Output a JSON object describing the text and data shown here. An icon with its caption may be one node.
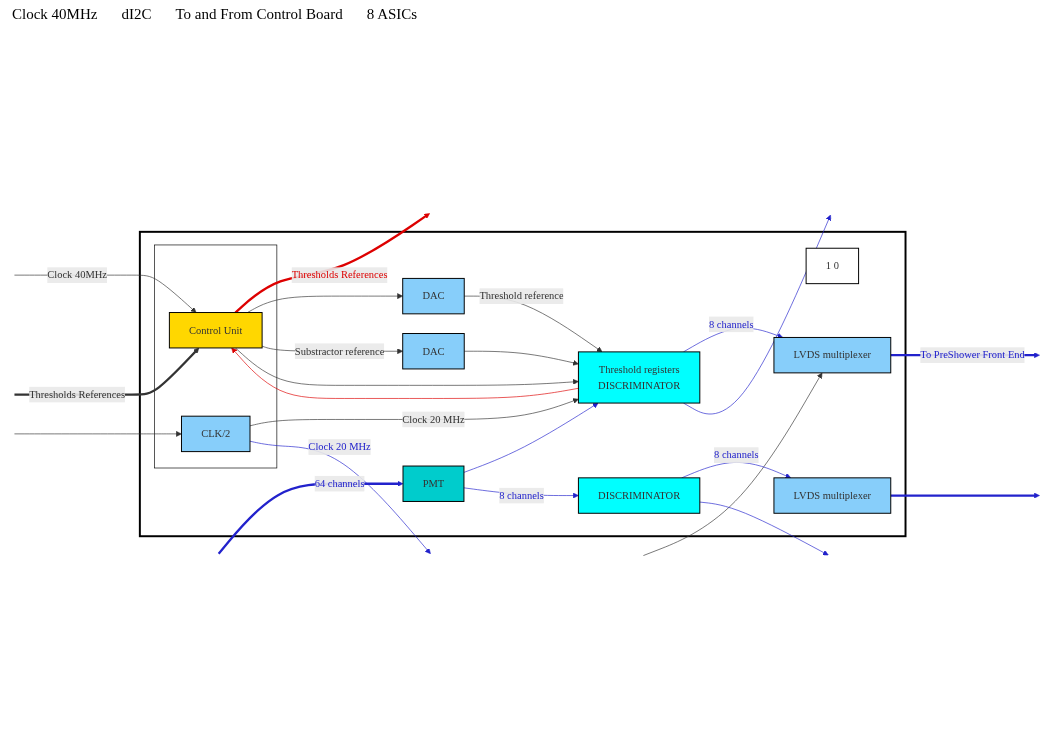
{
  "diagram": {
    "nodes": [
      {
        "text": [],
        "shape": "box"
      },
      {
        "text": [],
        "shape": "box",
        "in": 0
      },
      {
        "text": [
          "Control Unit"
        ],
        "in": 1
      },
      {
        "text": [
          "CLK/2"
        ],
        "in": 1
      },
      {
        "text": [
          "DAC"
        ],
        "in": 0
      },
      {
        "text": [
          "DAC"
        ],
        "in": 0
      },
      {
        "text": [
          "Threshold registers",
          "DISCRIMINATOR"
        ],
        "in": 0
      },
      {
        "text": [
          "PMT"
        ],
        "in": 0
      },
      {
        "text": [
          "DISCRIMINATOR"
        ],
        "in": 0
      },
      {
        "text": [
          "1 0"
        ],
        "in": 0
      },
      {
        "text": [
          "LVDS multiplexer"
        ],
        "in": 0
      },
      {
        "text": [
          "LVDS multiplexer"
        ],
        "in": 0
      }
    ],
    "edges": [
      {
        "from": null,
        "to": 2,
        "arrow": "to",
        "label": "Clock 40MHz"
      },
      {
        "from": null,
        "to": 3,
        "arrow": "to"
      },
      {
        "from": null,
        "to": 10,
        "arrow": "to"
      },
      {
        "from": null,
        "to": 2,
        "arrow": "to",
        "label": "Thresholds References",
        "style": "thick"
      },
      {
        "from": 2,
        "to": null,
        "arrow": "to",
        "label": "Thresholds References",
        "style": "thick",
        "color": "#dd0000"
      },
      {
        "from": 2,
        "to": 4,
        "arrow": "to"
      },
      {
        "from": 2,
        "to": 5,
        "arrow": "to",
        "label": "Substractor reference"
      },
      {
        "from": 4,
        "to": 6,
        "arrow": "to",
        "label": "Threshold reference"
      },
      {
        "from": 5,
        "to": 6,
        "arrow": "to"
      },
      {
        "from": 2,
        "to": 6,
        "arrow": "to"
      },
      {
        "from": 6,
        "to": 2,
        "arrow": "to",
        "color": "#dd0000"
      },
      {
        "from": 3,
        "to": 6,
        "arrow": "to",
        "label": "Clock 20 MHz"
      },
      {
        "from": 3,
        "to": null,
        "arrow": "to",
        "label": "Clock 20 MHz",
        "color": "#2222cc"
      },
      {
        "from": null,
        "to": 7,
        "arrow": "to",
        "label": "64 channels",
        "style": "thick",
        "color": "#2222cc"
      },
      {
        "from": 7,
        "to": 6,
        "arrow": "to",
        "color": "#2222cc"
      },
      {
        "from": 7,
        "to": 8,
        "arrow": "to",
        "label": "8 channels",
        "color": "#2222cc"
      },
      {
        "from": 6,
        "to": 10,
        "arrow": "to",
        "label": "8 channels",
        "color": "#2222cc"
      },
      {
        "from": 6,
        "to": null,
        "arrow": "to",
        "color": "#2222cc"
      },
      {
        "from": 8,
        "to": 11,
        "arrow": "to",
        "label": "8 channels",
        "color": "#2222cc"
      },
      {
        "from": 8,
        "to": null,
        "arrow": "to",
        "color": "#2222cc"
      },
      {
        "from": 10,
        "to": null,
        "arrow": "to",
        "label": "To PreShower Front End",
        "style": "thick",
        "color": "#2222cc"
      },
      {
        "from": 11,
        "to": null,
        "arrow": "to",
        "style": "thick",
        "color": "#2222cc"
      }
    ],
    "labels": [
      "Clock 40MHz",
      "dI2C",
      "To and From Control Board",
      "8 ASICs"
    ]
  }
}
